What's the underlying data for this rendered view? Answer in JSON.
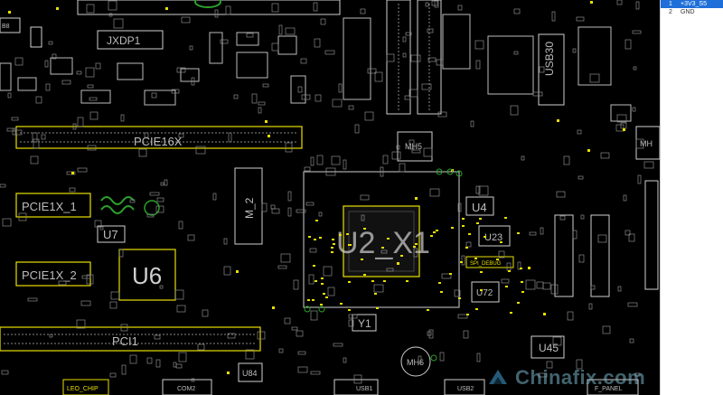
{
  "board": {
    "labels": {
      "jxdp1": "JXDP1",
      "pcie16x": "PCIE16X",
      "pcie1x_1": "PCIE1X_1",
      "pcie1x_2": "PCIE1X_2",
      "u7": "U7",
      "u6": "U6",
      "m2": "M_2",
      "pci1": "PCI1",
      "u2x1": "U2_X1",
      "u4": "U4",
      "u23": "U23",
      "u72": "U72",
      "u45": "U45",
      "y1": "Y1",
      "mh5": "MH5",
      "mh6": "MH6",
      "mh_r": "MH",
      "usb30": "USB30",
      "u84": "U84",
      "leo_chip": "LEO_CHIP",
      "com": "COM2",
      "usb1": "USB1",
      "usb2": "USB2",
      "fpanel": "F_PANEL",
      "spi_debug": "SPI_DEBUG",
      "b8": "B8"
    }
  },
  "net_panel": {
    "rows": [
      {
        "pin": "1",
        "net": "+3V3_S5",
        "selected": true
      },
      {
        "pin": "2",
        "net": "GND",
        "selected": false
      }
    ]
  },
  "watermark": {
    "text": "Chinafix.com"
  },
  "colors": {
    "background": "#000000",
    "outline": "#d8d8d8",
    "highlight": "#e8e000",
    "trace_green": "#2aa02a",
    "selected_row": "#1e6fd9"
  }
}
